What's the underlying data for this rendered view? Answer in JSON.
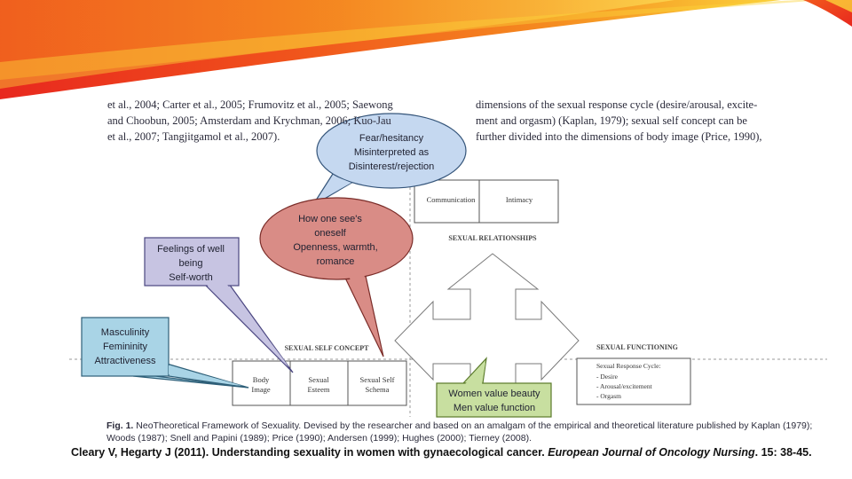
{
  "paper": {
    "left_lines": [
      "et al., 2004; Carter et al., 2005; Frumovitz et al., 2005; Saewong",
      "and Choobun, 2005; Amsterdam and Krychman, 2006; Kuo-Jau",
      "et al., 2007; Tangjitgamol et al., 2007)."
    ],
    "right_lines": [
      "dimensions of the sexual response cycle (desire/arousal, excite-",
      "ment and orgasm) (Kaplan, 1979); sexual self concept can be",
      "further divided into the dimensions of body image (Price, 1990),"
    ]
  },
  "diagram": {
    "relationships": {
      "cells": [
        "Communication",
        "Intimacy"
      ],
      "label": "SEXUAL RELATIONSHIPS"
    },
    "self_concept": {
      "label": "SEXUAL SELF CONCEPT",
      "cells": [
        [
          "Body",
          "Image"
        ],
        [
          "Sexual",
          "Esteem"
        ],
        [
          "Sexual Self",
          "Schema"
        ]
      ]
    },
    "functioning": {
      "label": "SEXUAL FUNCTIONING",
      "title": "Sexual Response Cycle:",
      "items": [
        "- Desire",
        "- Arousal/excitement",
        "- Orgasm"
      ]
    }
  },
  "callouts": {
    "fear": [
      "Fear/hesitancy",
      "Misinterpreted as",
      "Disinterest/rejection"
    ],
    "oneself": [
      "How one see's",
      "oneself",
      "Openness, warmth,",
      "romance"
    ],
    "wellbeing": [
      "Feelings of well",
      "being",
      "Self-worth"
    ],
    "gender": [
      "Masculinity",
      "Femininity",
      "Attractiveness"
    ],
    "beauty": [
      "Women value beauty",
      "Men value function"
    ]
  },
  "caption": {
    "label": "Fig. 1.",
    "text": "NeoTheoretical Framework of Sexuality. Devised by the researcher and based on an amalgam of the empirical and theoretical literature published by Kaplan (1979); Woods (1987); Snell and Papini (1989); Price (1990); Andersen (1999); Hughes (2000); Tierney (2008)."
  },
  "citation": {
    "authors": "Cleary V, Hegarty J (2011).",
    "title": "Understanding sexuality in women with gynaecological cancer.",
    "journal": "European Journal of Oncology Nursing",
    "volume": ". 15: 38-45."
  },
  "colors": {
    "banner_red": "#e8281e",
    "banner_orange": "#f58a1f",
    "banner_yellow": "#fbd23a",
    "fear_fill": "#c5d8f0",
    "oneself_fill": "#d98c86",
    "wellbeing_fill": "#c7c4e2",
    "gender_fill": "#a9d4e6",
    "beauty_fill": "#c8dfa0"
  }
}
